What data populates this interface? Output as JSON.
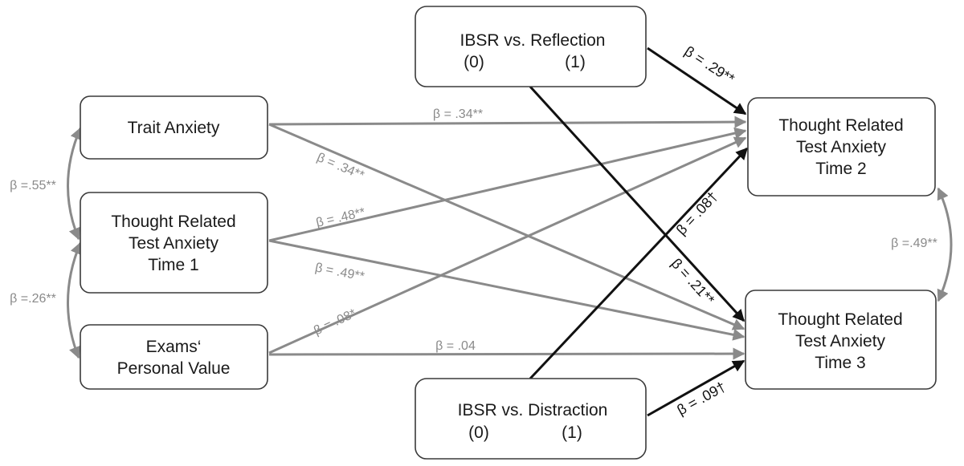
{
  "nodes": {
    "ibsr_reflection": {
      "line1": "IBSR vs. Reflection",
      "code_a": "(0)",
      "code_b": "(1)"
    },
    "ibsr_distraction": {
      "line1": "IBSR vs. Distraction",
      "code_a": "(0)",
      "code_b": "(1)"
    },
    "trait_anxiety": {
      "line1": "Trait Anxiety"
    },
    "tta_time1": {
      "line1": "Thought Related",
      "line2": "Test Anxiety",
      "line3": "Time 1"
    },
    "exams_value": {
      "line1": "Exams‘",
      "line2": "Personal Value"
    },
    "tta_time2": {
      "line1": "Thought Related",
      "line2": "Test Anxiety",
      "line3": "Time 2"
    },
    "tta_time3": {
      "line1": "Thought Related",
      "line2": "Test Anxiety",
      "line3": "Time 3"
    }
  },
  "paths": {
    "trait_to_t2": "β = .34**",
    "trait_to_t3": "β = .34**",
    "t1_to_t2": "β = .48**",
    "t1_to_t3": "β = .49**",
    "exams_to_t2": "β = .08*",
    "exams_to_t3": "β = .04",
    "reflection_to_t2": "β = .29**",
    "reflection_to_t3": "β = .21**",
    "distraction_to_t2": "β = .08†",
    "distraction_to_t3": "β = .09†",
    "cov_trait_t1": "β =.55**",
    "cov_t1_exams": "β =.26**",
    "cov_t2_t3": "β =.49**"
  },
  "colors": {
    "covariate_path": "#8a8a8a",
    "manipulation_path": "#111111",
    "node_border": "#3a3a3a"
  }
}
